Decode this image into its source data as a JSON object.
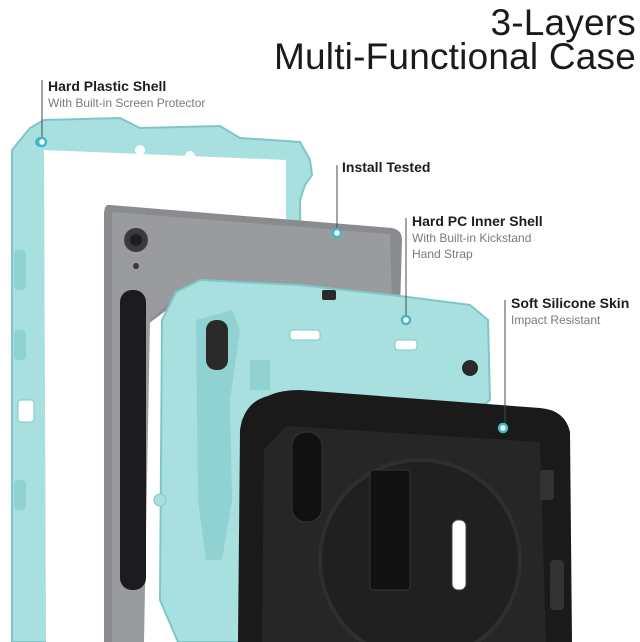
{
  "title": {
    "line1": "3-Layers",
    "line2": "Multi-Functional Case"
  },
  "callouts": [
    {
      "label": "Hard Plastic Shell",
      "sub1": "With Built-in Screen Protector",
      "sub2": ""
    },
    {
      "label": "Install Tested",
      "sub1": "",
      "sub2": ""
    },
    {
      "label": "Hard PC Inner Shell",
      "sub1": "With Built-in Kickstand",
      "sub2": "Hand Strap"
    },
    {
      "label": "Soft Silicone Skin",
      "sub1": "Impact Resistant",
      "sub2": ""
    }
  ],
  "colors": {
    "shell": "#a8e0df",
    "shell_edge": "#7fc7c6",
    "silicone": "#1a1a1a",
    "tablet": "#7c7d80",
    "pointer": "#3fb8c8"
  }
}
